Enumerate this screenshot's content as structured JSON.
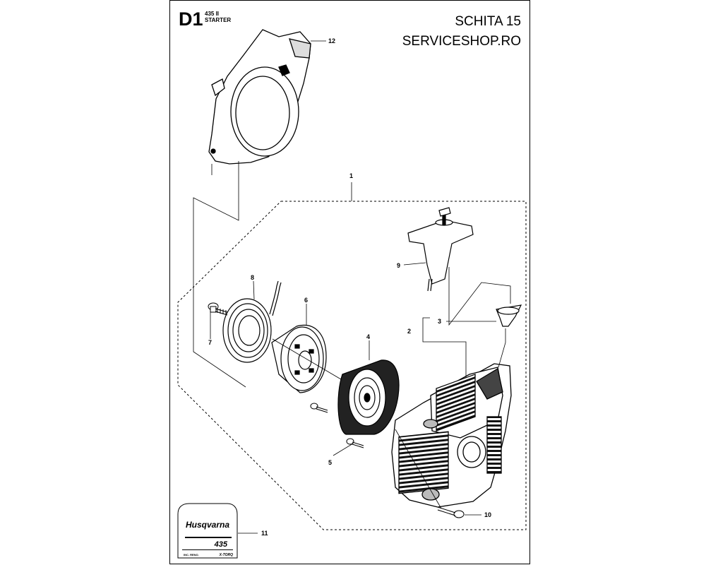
{
  "header": {
    "section_code": "D1",
    "model": "435 II",
    "section_title": "STARTER",
    "sheet_label": "SCHITA 15",
    "shop_name": "SERVICESHOP.RO"
  },
  "callouts": [
    {
      "id": "callout-1",
      "label": "1"
    },
    {
      "id": "callout-2",
      "label": "2"
    },
    {
      "id": "callout-3",
      "label": "3"
    },
    {
      "id": "callout-4",
      "label": "4"
    },
    {
      "id": "callout-5",
      "label": "5"
    },
    {
      "id": "callout-6",
      "label": "6"
    },
    {
      "id": "callout-7",
      "label": "7"
    },
    {
      "id": "callout-8",
      "label": "8"
    },
    {
      "id": "callout-9",
      "label": "9"
    },
    {
      "id": "callout-10",
      "label": "10"
    },
    {
      "id": "callout-11",
      "label": "11"
    },
    {
      "id": "callout-12",
      "label": "12"
    }
  ],
  "decal": {
    "brand": "Husqvarna",
    "model": "435",
    "footer_left": "INC. RENO.",
    "footer_right": "X-TORQ"
  }
}
